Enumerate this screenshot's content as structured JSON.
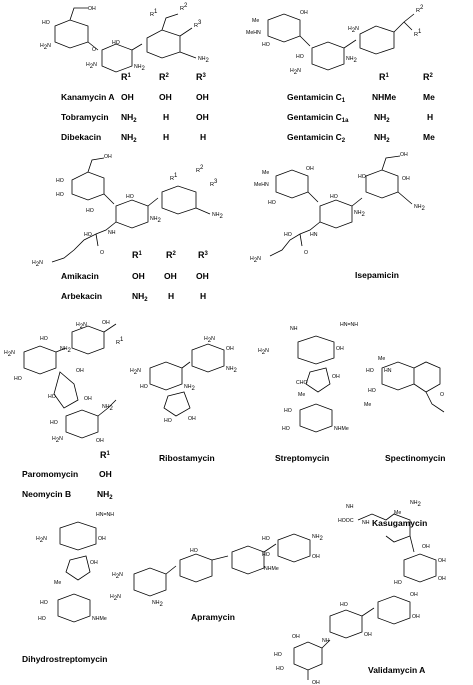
{
  "compounds": {
    "kanamycin_a": "Kanamycin A",
    "tobramycin": "Tobramycin",
    "dibekacin": "Dibekacin",
    "gentamicin_c1": "Gentamicin C",
    "gentamicin_c1_sub": "1",
    "gentamicin_c1a": "Gentamicin C",
    "gentamicin_c1a_sub": "1a",
    "gentamicin_c2": "Gentamicin C",
    "gentamicin_c2_sub": "2",
    "amikacin": "Amikacin",
    "arbekacin": "Arbekacin",
    "isepamicin": "Isepamicin",
    "paromomycin": "Paromomycin",
    "neomycin_b": "Neomycin B",
    "ribostamycin": "Ribostamycin",
    "streptomycin": "Streptomycin",
    "spectinomycin": "Spectinomycin",
    "dihydrostreptomycin": "Dihydrostreptomycin",
    "apramycin": "Apramycin",
    "kasugamycin": "Kasugamycin",
    "validamycin_a": "Validamycin A"
  },
  "tables": {
    "kanamycin": {
      "headers": [
        "R",
        "R",
        "R"
      ],
      "header_subs": [
        "1",
        "2",
        "3"
      ],
      "rows": [
        [
          "OH",
          "OH",
          "OH"
        ],
        [
          "NH",
          "H",
          "OH"
        ],
        [
          "NH",
          "H",
          "H"
        ]
      ],
      "row_subs": [
        [
          "",
          "",
          ""
        ],
        [
          "2",
          "",
          ""
        ],
        [
          "2",
          "",
          ""
        ]
      ]
    },
    "gentamicin": {
      "headers": [
        "R",
        "R"
      ],
      "header_subs": [
        "1",
        "2"
      ],
      "rows": [
        [
          "NHMe",
          "Me"
        ],
        [
          "NH",
          "H"
        ],
        [
          "NH",
          "Me"
        ]
      ],
      "row_subs": [
        [
          "",
          ""
        ],
        [
          "2",
          ""
        ],
        [
          "2",
          ""
        ]
      ]
    },
    "amikacin": {
      "headers": [
        "R",
        "R",
        "R"
      ],
      "header_subs": [
        "1",
        "2",
        "3"
      ],
      "rows": [
        [
          "OH",
          "OH",
          "OH"
        ],
        [
          "NH",
          "H",
          "H"
        ]
      ],
      "row_subs": [
        [
          "",
          "",
          ""
        ],
        [
          "2",
          "",
          ""
        ]
      ]
    },
    "neomycin": {
      "headers": [
        "R"
      ],
      "header_subs": [
        "1"
      ],
      "rows": [
        [
          "OH"
        ],
        [
          "NH"
        ]
      ],
      "row_subs": [
        [
          ""
        ],
        [
          "2"
        ]
      ]
    }
  },
  "atoms": {
    "oh": "OH",
    "ho": "HO",
    "nh2": "NH",
    "nh2_sub": "2",
    "h2n": "H",
    "h2n_sub": "2",
    "h2n_n": "N",
    "o": "O",
    "nh": "NH",
    "hn": "HN",
    "me": "Me",
    "nhme": "NHMe",
    "mehn": "MeHN",
    "nhme_short": "NHMe",
    "cho": "CHO",
    "hooc": "HOOC",
    "hnnh2": "HN=NH",
    "r1": "R",
    "r2": "R",
    "r3": "R",
    "r_sub1": "1",
    "r_sub2": "2",
    "r_sub3": "3"
  }
}
